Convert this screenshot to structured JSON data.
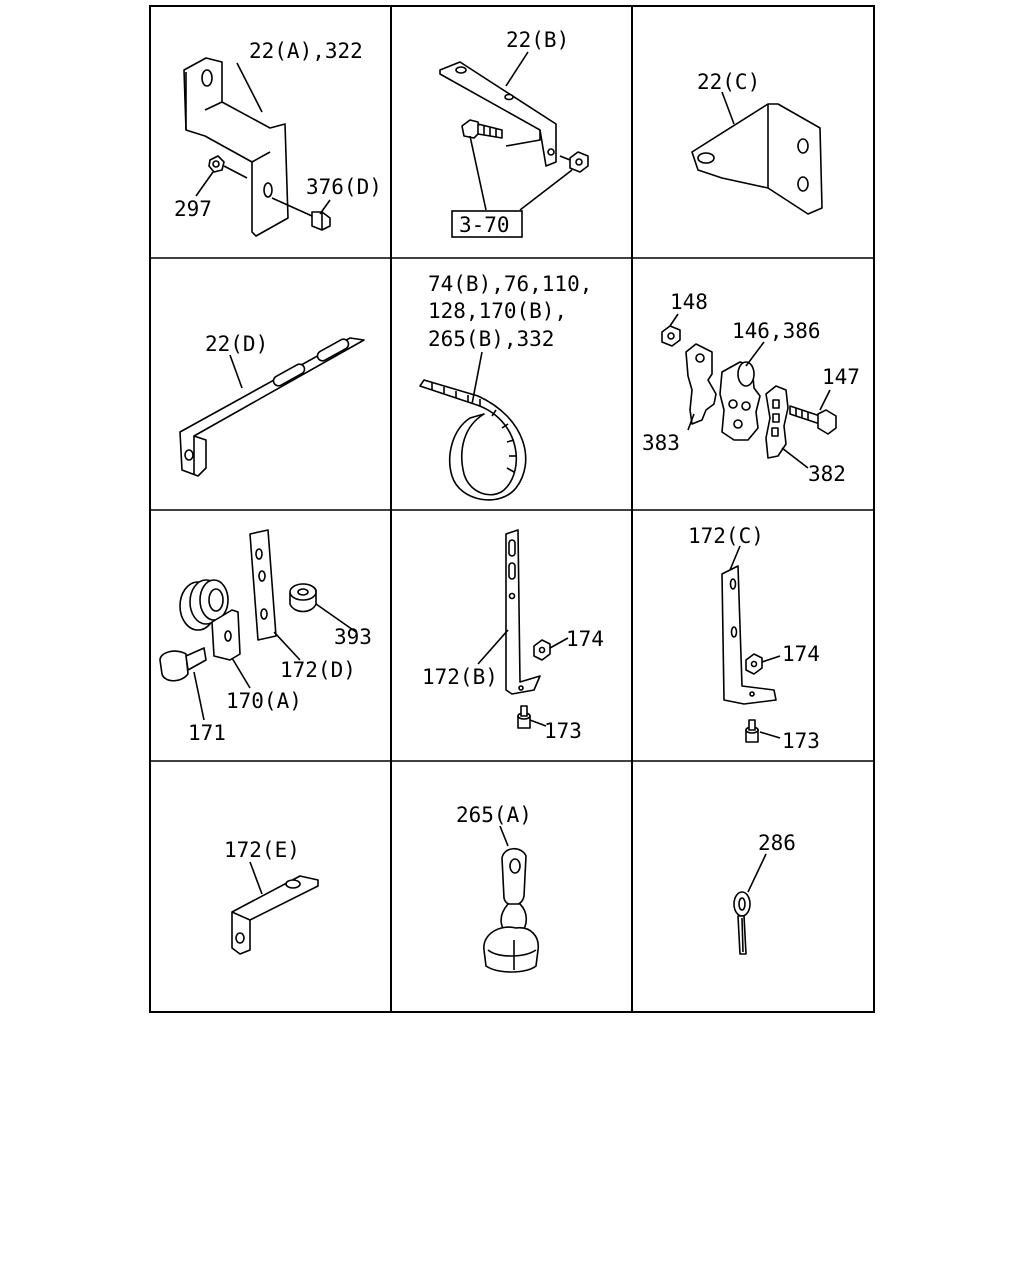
{
  "cells": [
    {
      "labels": [
        "22(A),322",
        "297",
        "376(D)"
      ]
    },
    {
      "labels": [
        "22(B)",
        "3-70"
      ]
    },
    {
      "labels": [
        "22(C)"
      ]
    },
    {
      "labels": [
        "22(D)"
      ]
    },
    {
      "labels": [
        "74(B),76,110,",
        "128,170(B),",
        "265(B),332"
      ]
    },
    {
      "labels": [
        "148",
        "146,386",
        "147",
        "383",
        "382"
      ]
    },
    {
      "labels": [
        "393",
        "172(D)",
        "170(A)",
        "171"
      ]
    },
    {
      "labels": [
        "174",
        "172(B)",
        "173"
      ]
    },
    {
      "labels": [
        "172(C)",
        "174",
        "173"
      ]
    },
    {
      "labels": [
        "172(E)"
      ]
    },
    {
      "labels": [
        "265(A)"
      ]
    },
    {
      "labels": [
        "286"
      ]
    }
  ]
}
